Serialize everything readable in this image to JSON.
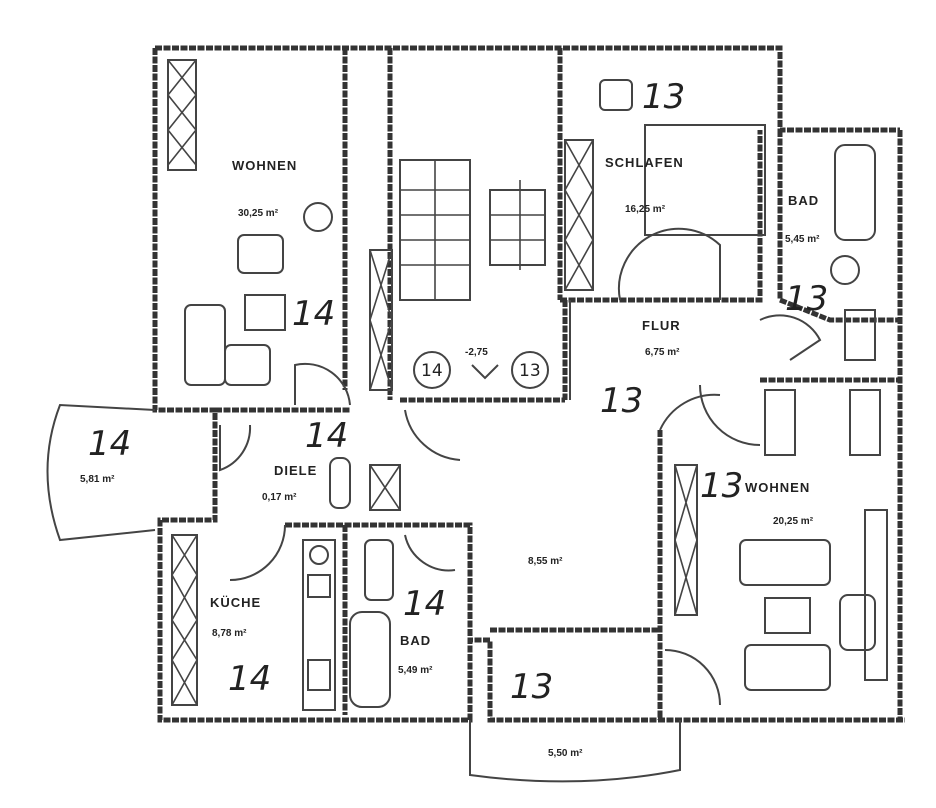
{
  "rooms": {
    "wohnen_left": {
      "name": "WOHNEN",
      "area": "30,25 m²",
      "unit": "14"
    },
    "schlafen": {
      "name": "SCHLAFEN",
      "area": "16,25 m²",
      "unit": "13"
    },
    "bad_right": {
      "name": "BAD",
      "area": "5,45 m²",
      "unit": "13"
    },
    "flur": {
      "name": "FLUR",
      "area": "6,75 m²",
      "unit": "13"
    },
    "stair": {
      "level": "-2,75",
      "unit_a": "14",
      "unit_b": "13"
    },
    "balcony_left": {
      "area": "5,81 m²",
      "unit": "14"
    },
    "diele": {
      "name": "DIELE",
      "area": "0,17 m²",
      "unit": "14"
    },
    "kueche": {
      "name": "KÜCHE",
      "area": "8,78 m²",
      "unit": "14"
    },
    "bad_left": {
      "name": "BAD",
      "area": "5,49 m²",
      "unit": "14"
    },
    "center": {
      "area": "8,55 m²"
    },
    "balcony_bottom": {
      "area": "5,50 m²",
      "unit": "13"
    },
    "wohnen_right": {
      "name": "WOHNEN",
      "area": "20,25 m²",
      "unit": "13"
    }
  }
}
